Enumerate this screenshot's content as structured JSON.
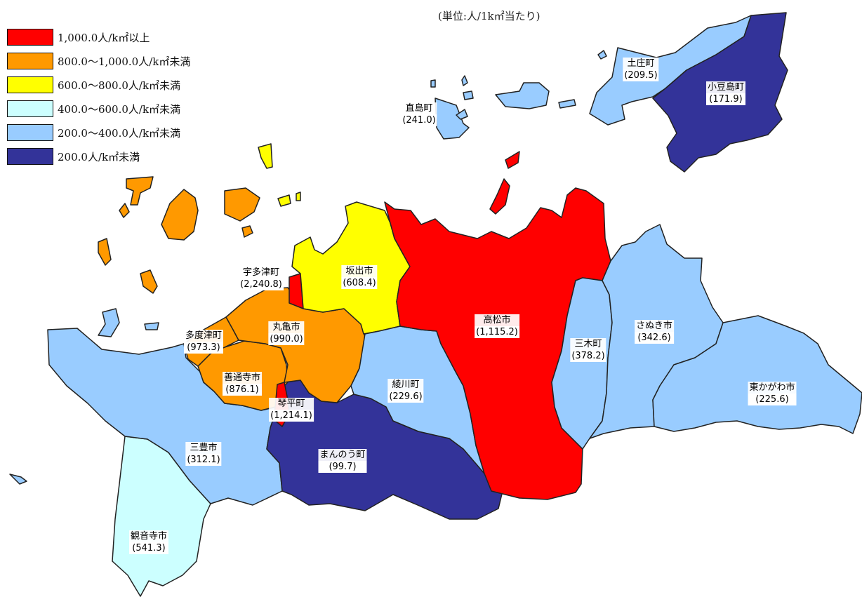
{
  "unit_note": "(単位:人/1k㎡当たり)",
  "colors": {
    "c1000plus": "#ff0000",
    "c800_1000": "#ff9900",
    "c600_800": "#ffff00",
    "c400_600": "#ccffff",
    "c200_400": "#99ccff",
    "c200minus": "#333399"
  },
  "legend": [
    {
      "label": "1,000.0人/k㎡以上",
      "color": "#ff0000"
    },
    {
      "label": "800.0〜1,000.0人/k㎡未満",
      "color": "#ff9900"
    },
    {
      "label": "600.0〜800.0人/k㎡未満",
      "color": "#ffff00"
    },
    {
      "label": "400.0〜600.0人/k㎡未満",
      "color": "#ccffff"
    },
    {
      "label": "200.0〜400.0人/k㎡未満",
      "color": "#99ccff"
    },
    {
      "label": "200.0人/k㎡未満",
      "color": "#333399"
    }
  ],
  "regions": [
    {
      "id": "tonosho",
      "name": "土庄町",
      "value": "(209.5)"
    },
    {
      "id": "shodoshima",
      "name": "小豆島町",
      "value": "(171.9)"
    },
    {
      "id": "naoshima",
      "name": "直島町",
      "value": "(241.0)"
    },
    {
      "id": "utazu",
      "name": "宇多津町",
      "value": "(2,240.8)"
    },
    {
      "id": "sakaide",
      "name": "坂出市",
      "value": "(608.4)"
    },
    {
      "id": "takamatsu",
      "name": "高松市",
      "value": "(1,115.2)"
    },
    {
      "id": "marugame",
      "name": "丸亀市",
      "value": "(990.0)"
    },
    {
      "id": "tadotsu",
      "name": "多度津町",
      "value": "(973.3)"
    },
    {
      "id": "zentsuji",
      "name": "善通寺市",
      "value": "(876.1)"
    },
    {
      "id": "kotohira",
      "name": "琴平町",
      "value": "(1,214.1)"
    },
    {
      "id": "ayagawa",
      "name": "綾川町",
      "value": "(229.6)"
    },
    {
      "id": "miki",
      "name": "三木町",
      "value": "(378.2)"
    },
    {
      "id": "sanuki",
      "name": "さぬき市",
      "value": "(342.6)"
    },
    {
      "id": "higashikagawa",
      "name": "東かがわ市",
      "value": "(225.6)"
    },
    {
      "id": "mitoyo",
      "name": "三豊市",
      "value": "(312.1)"
    },
    {
      "id": "manno",
      "name": "まんのう町",
      "value": "(99.7)"
    },
    {
      "id": "kanonji",
      "name": "観音寺市",
      "value": "(541.3)"
    }
  ]
}
